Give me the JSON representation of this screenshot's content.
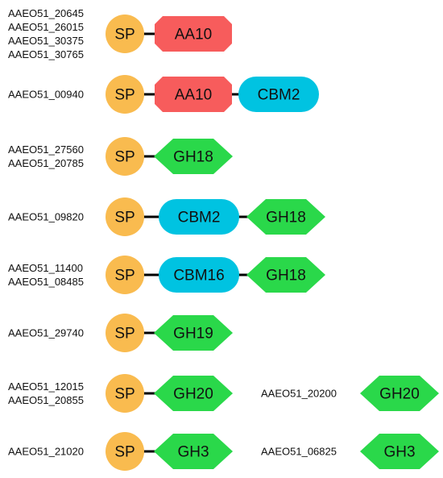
{
  "colors": {
    "SP": "#f9bb4f",
    "AA10": "#f75c5c",
    "CBM": "#00c3e1",
    "GH": "#2ad84a",
    "linker": "#000000"
  },
  "rows": [
    {
      "ids": [
        "AAEO51_20645",
        "AAEO51_26015",
        "AAEO51_30375",
        "AAEO51_30765"
      ],
      "domains": [
        {
          "label": "SP",
          "shape": "circle",
          "color": "SP"
        },
        {
          "label": "AA10",
          "shape": "octagon",
          "color": "AA10"
        }
      ]
    },
    {
      "ids": [
        "AAEO51_00940"
      ],
      "domains": [
        {
          "label": "SP",
          "shape": "circle",
          "color": "SP"
        },
        {
          "label": "AA10",
          "shape": "octagon",
          "color": "AA10"
        },
        {
          "label": "CBM2",
          "shape": "pill",
          "color": "CBM"
        }
      ]
    },
    {
      "ids": [
        "AAEO51_27560",
        "AAEO51_20785"
      ],
      "domains": [
        {
          "label": "SP",
          "shape": "circle",
          "color": "SP"
        },
        {
          "label": "GH18",
          "shape": "hexagon",
          "color": "GH"
        }
      ]
    },
    {
      "ids": [
        "AAEO51_09820"
      ],
      "domains": [
        {
          "label": "SP",
          "shape": "circle",
          "color": "SP"
        },
        {
          "label": "CBM2",
          "shape": "pill",
          "color": "CBM"
        },
        {
          "label": "GH18",
          "shape": "hexagon",
          "color": "GH"
        }
      ]
    },
    {
      "ids": [
        "AAEO51_11400",
        "AAEO51_08485"
      ],
      "domains": [
        {
          "label": "SP",
          "shape": "circle",
          "color": "SP"
        },
        {
          "label": "CBM16",
          "shape": "pill",
          "color": "CBM"
        },
        {
          "label": "GH18",
          "shape": "hexagon",
          "color": "GH"
        }
      ]
    },
    {
      "ids": [
        "AAEO51_29740"
      ],
      "domains": [
        {
          "label": "SP",
          "shape": "circle",
          "color": "SP"
        },
        {
          "label": "GH19",
          "shape": "hexagon",
          "color": "GH"
        }
      ]
    },
    {
      "ids": [
        "AAEO51_12015",
        "AAEO51_20855"
      ],
      "domains": [
        {
          "label": "SP",
          "shape": "circle",
          "color": "SP"
        },
        {
          "label": "GH20",
          "shape": "hexagon",
          "color": "GH"
        }
      ]
    },
    {
      "ids": [
        "AAEO51_21020"
      ],
      "domains": [
        {
          "label": "SP",
          "shape": "circle",
          "color": "SP"
        },
        {
          "label": "GH3",
          "shape": "hexagon",
          "color": "GH"
        }
      ]
    }
  ],
  "extra_rows": [
    {
      "ids": [
        "AAEO51_20200"
      ],
      "domains": [
        {
          "label": "GH20",
          "shape": "hexagon",
          "color": "GH"
        }
      ]
    },
    {
      "ids": [
        "AAEO51_06825"
      ],
      "domains": [
        {
          "label": "GH3",
          "shape": "hexagon",
          "color": "GH"
        }
      ]
    }
  ]
}
